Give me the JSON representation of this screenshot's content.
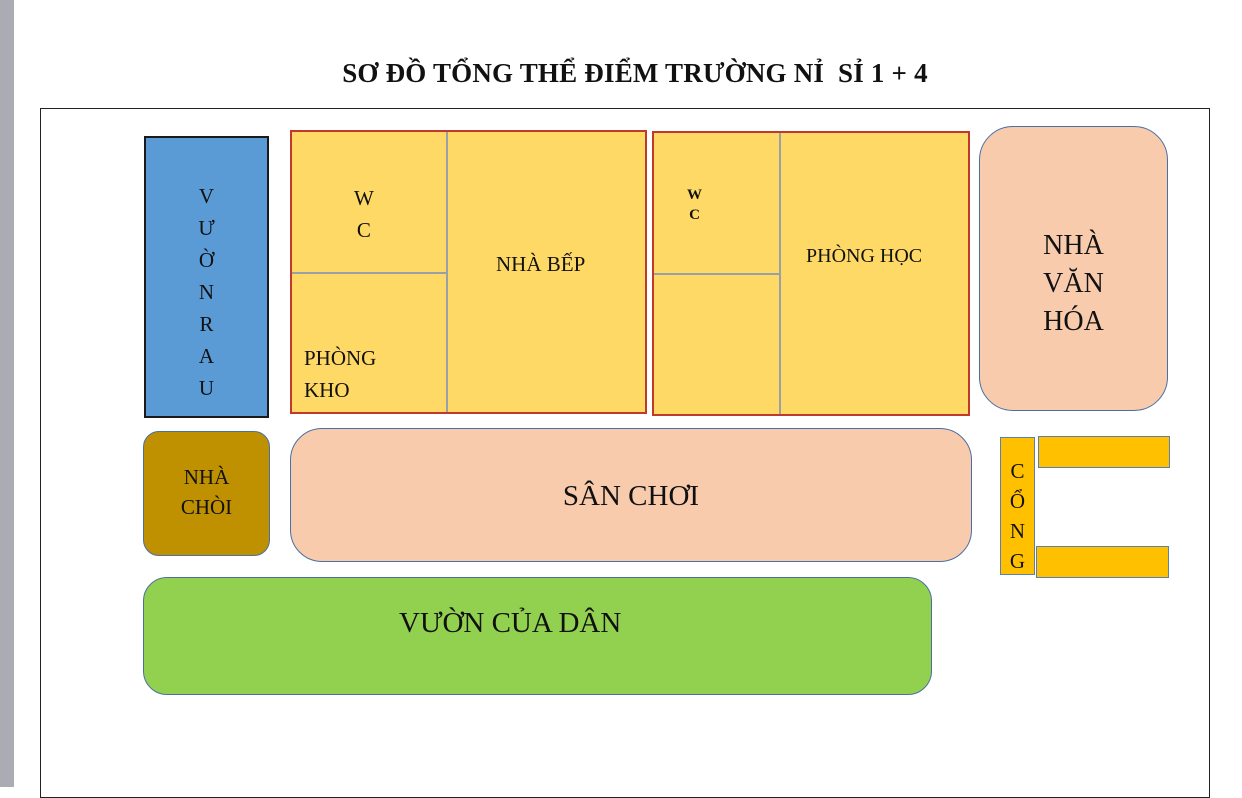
{
  "title": "SƠ ĐỒ TỔNG THỂ ĐIỂM TRƯỜNG NỈ  SỈ 1 + 4",
  "areas": {
    "vuon_rau": "V\nƯ\nỜ\nN\nR\nA\nU",
    "wc_1": "W\nC",
    "phong_kho": "PHÒNG\nKHO",
    "nha_bep": "NHÀ BẾP",
    "wc_2": "W\nC",
    "phong_hoc": "PHÒNG HỌC",
    "nha_van_hoa": "NHÀ\nVĂN\nHÓA",
    "nha_choi": "NHÀ\nCHÒI",
    "san_choi": "SÂN CHƠI",
    "vuon_cua_dan": "VƯỜN CỦA DÂN",
    "cong": "C\nỔ\nN\nG"
  },
  "colors": {
    "vegetable_garden": "#5b9bd5",
    "building": "#ffd966",
    "building_border": "#c0392b",
    "culture_house": "#f8cbad",
    "hut": "#bf9000",
    "playground": "#f8cbad",
    "residents_garden": "#92d050",
    "gate": "#ffc000"
  }
}
